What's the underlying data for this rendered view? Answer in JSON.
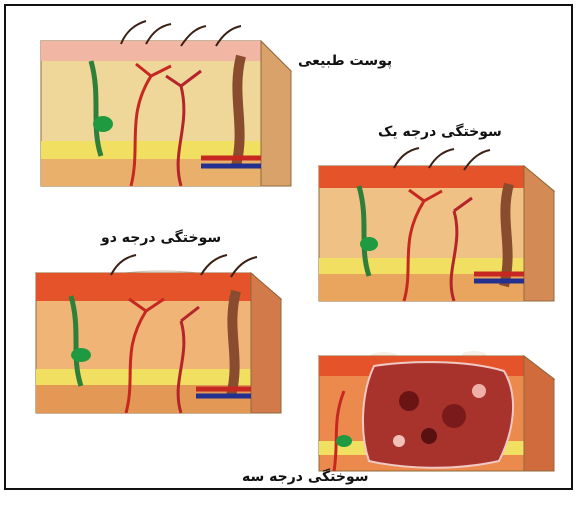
{
  "labels": {
    "normal_skin": "پوست طبیعی",
    "first_degree": "سوختگی درجه یک",
    "second_degree": "سوختگی درجه دو",
    "third_degree": "سوختگی درجه سه"
  },
  "colors": {
    "epidermis_normal": "#f2b7a4",
    "epidermis_burn": "#e5532a",
    "dermis": "#efd79a",
    "fat": "#f1df62",
    "vessel_red": "#c62821",
    "vessel_blue": "#23308f",
    "gland_green": "#1f9a40",
    "hair": "#3a2015",
    "necrosis": "#7a1a1a"
  }
}
